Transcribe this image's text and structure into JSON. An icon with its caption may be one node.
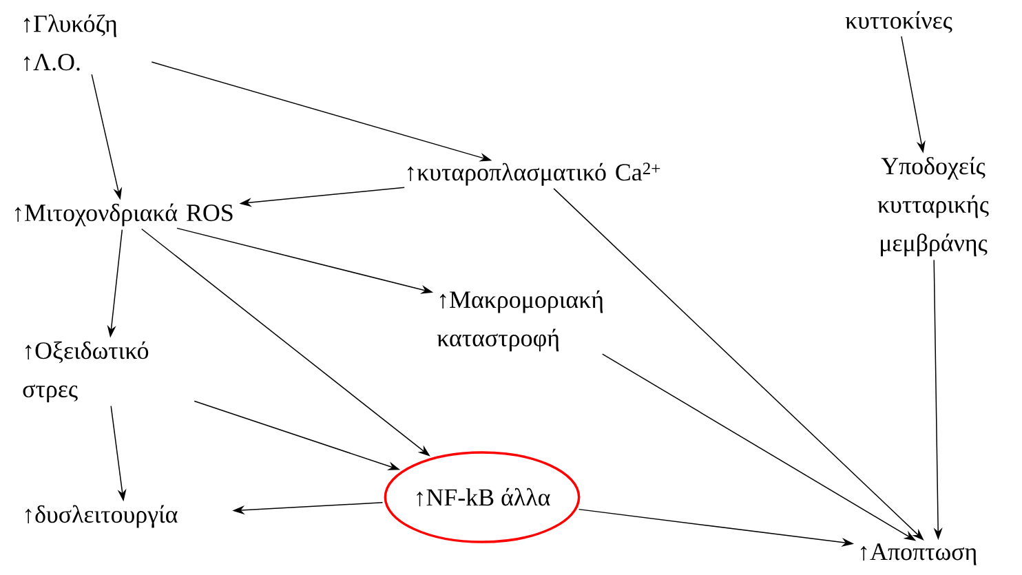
{
  "diagram": {
    "nodes": [
      {
        "text": [
          "↑Γλυκόζη",
          "↑Λ.Ο."
        ]
      },
      {
        "text": [
          "κυττοκίνες"
        ]
      },
      {
        "text": [
          "↑κυταροπλασματικό Ca$^{2+}$"
        ]
      },
      {
        "text": [
          "↑Μιτοχονδριακά ROS"
        ]
      },
      {
        "text": [
          "Υποδοχείς κυτταρικής μεμβράνης"
        ]
      },
      {
        "text": [
          "↑Μακρομοριακή καταστροφή"
        ]
      },
      {
        "text": [
          "↑Οξειδωτικό στρες"
        ]
      },
      {
        "text": [
          "↑NF-kB άλλα"
        ]
      },
      {
        "text": [
          "↑δυσλειτουργία"
        ]
      },
      {
        "text": [
          "↑Αποπτωση"
        ]
      }
    ],
    "edges": [
      {
        "from": 0,
        "to": 3,
        "arrow": "to"
      },
      {
        "from": 0,
        "to": 2,
        "arrow": "to"
      },
      {
        "from": 2,
        "to": 3,
        "arrow": "to"
      },
      {
        "from": 1,
        "to": 4,
        "arrow": "to"
      },
      {
        "from": 3,
        "to": 6,
        "arrow": "to"
      },
      {
        "from": 3,
        "to": 5,
        "arrow": "to"
      },
      {
        "from": 3,
        "to": 7,
        "arrow": "to"
      },
      {
        "from": 2,
        "to": 9,
        "arrow": "to"
      },
      {
        "from": 4,
        "to": 9,
        "arrow": "to"
      },
      {
        "from": 6,
        "to": 7,
        "arrow": "to"
      },
      {
        "from": 5,
        "to": 9,
        "arrow": "to"
      },
      {
        "from": 7,
        "to": 8,
        "arrow": "to"
      },
      {
        "from": 7,
        "to": 9,
        "arrow": "to"
      },
      {
        "from": 6,
        "to": 8,
        "arrow": "to"
      }
    ]
  }
}
